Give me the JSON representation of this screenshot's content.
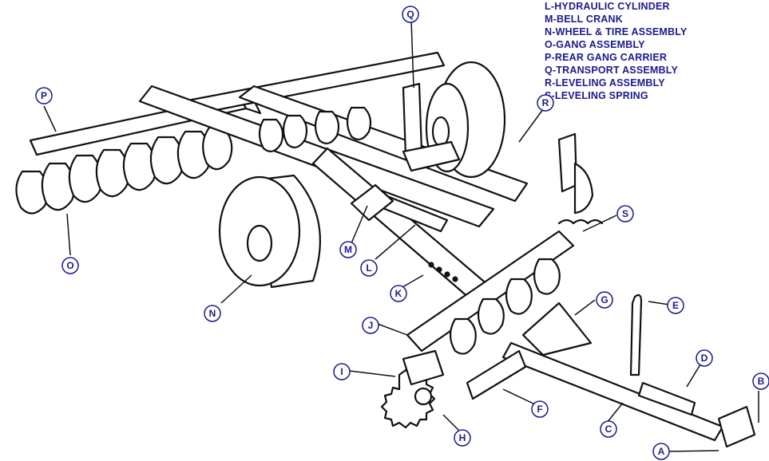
{
  "legend": [
    "L-HYDRAULIC CYLINDER",
    "M-BELL CRANK",
    "N-WHEEL & TIRE ASSEMBLY",
    "O-GANG ASSEMBLY",
    "P-REAR GANG CARRIER",
    "Q-TRANSPORT ASSEMBLY",
    "R-LEVELING ASSEMBLY",
    "S-LEVELING SPRING"
  ],
  "callouts": {
    "A": "A",
    "B": "B",
    "C": "C",
    "D": "D",
    "E": "E",
    "F": "F",
    "G": "G",
    "H": "H",
    "I": "I",
    "J": "J",
    "K": "K",
    "L": "L",
    "M": "M",
    "N": "N",
    "O": "O",
    "P": "P",
    "Q": "Q",
    "R": "R",
    "S": "S"
  },
  "colors": {
    "line": "#111111",
    "label_text": "#1a1a8c",
    "callout_fill": "#ffffff"
  }
}
